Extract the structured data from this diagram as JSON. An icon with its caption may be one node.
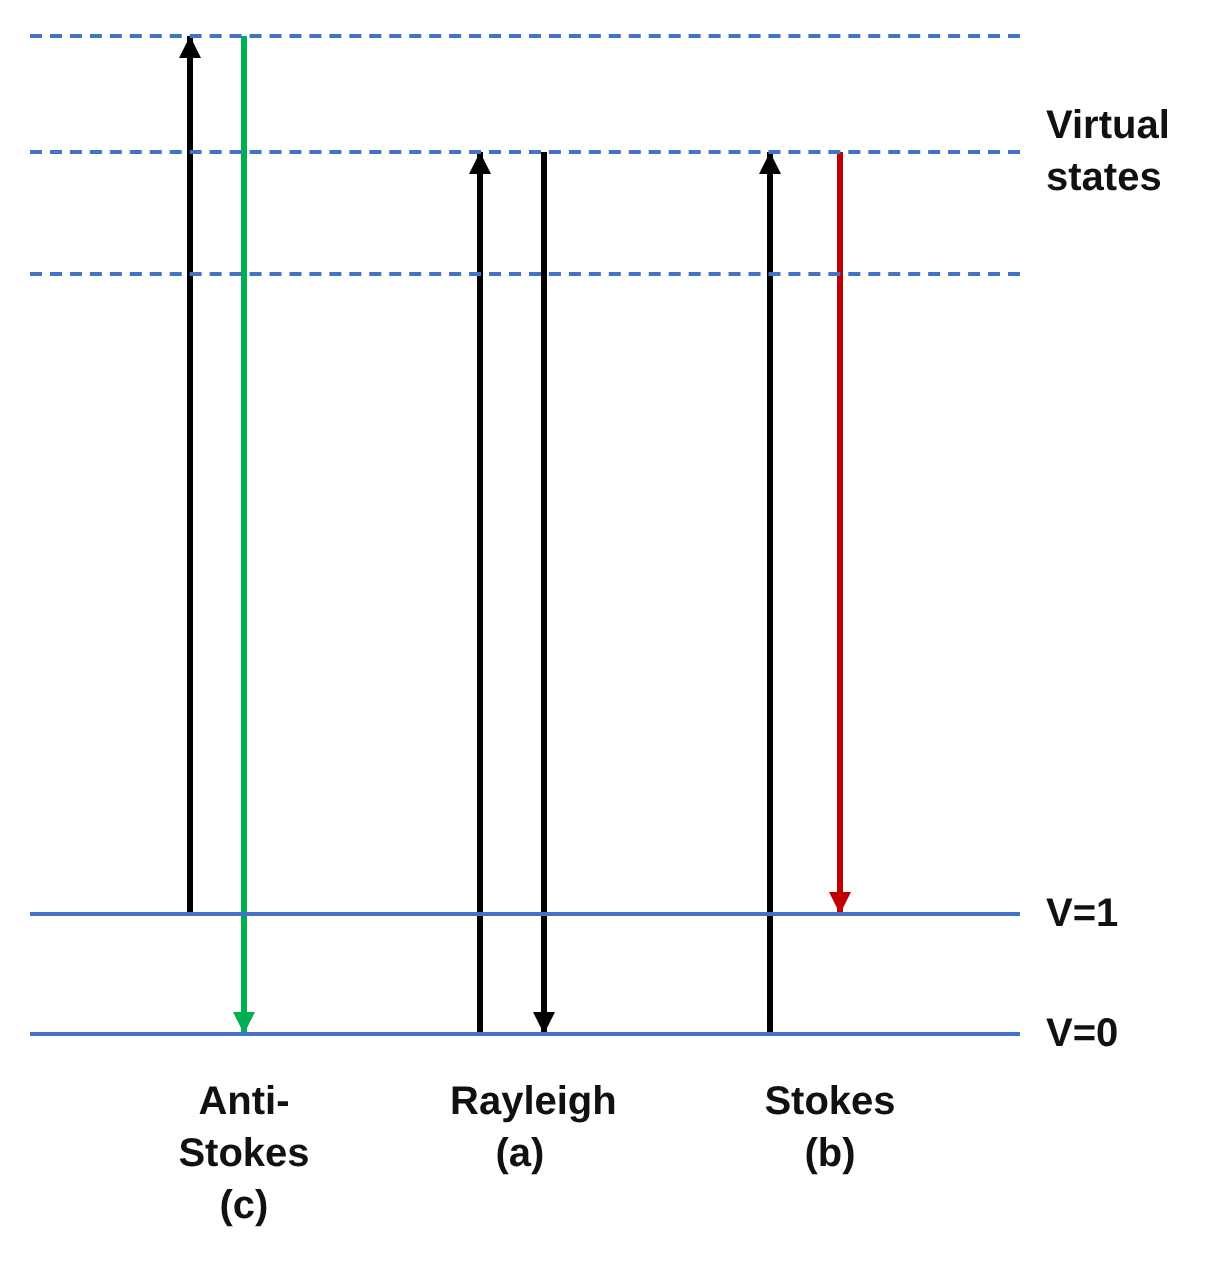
{
  "diagram": {
    "nodes": [
      {
        "text": [],
        "shape": "bar"
      },
      {
        "text": [
          "Virtual states"
        ]
      },
      {
        "text": [],
        "shape": "bar"
      },
      {
        "text": [
          "V=1"
        ]
      },
      {
        "text": [
          "V=0"
        ]
      }
    ],
    "edges": [
      {
        "from": 3,
        "to": 0,
        "arrow": "to"
      },
      {
        "from": 0,
        "to": 4,
        "arrow": "to",
        "color": "#00b050"
      },
      {
        "from": 4,
        "to": 1,
        "arrow": "to"
      },
      {
        "from": 1,
        "to": 4,
        "arrow": "to"
      },
      {
        "from": 4,
        "to": 1,
        "arrow": "to"
      },
      {
        "from": 1,
        "to": 3,
        "arrow": "to",
        "color": "#c00000"
      }
    ],
    "labels": [
      "Anti- Stokes (c)",
      "Rayleigh (a)",
      "Stokes (b)"
    ]
  }
}
